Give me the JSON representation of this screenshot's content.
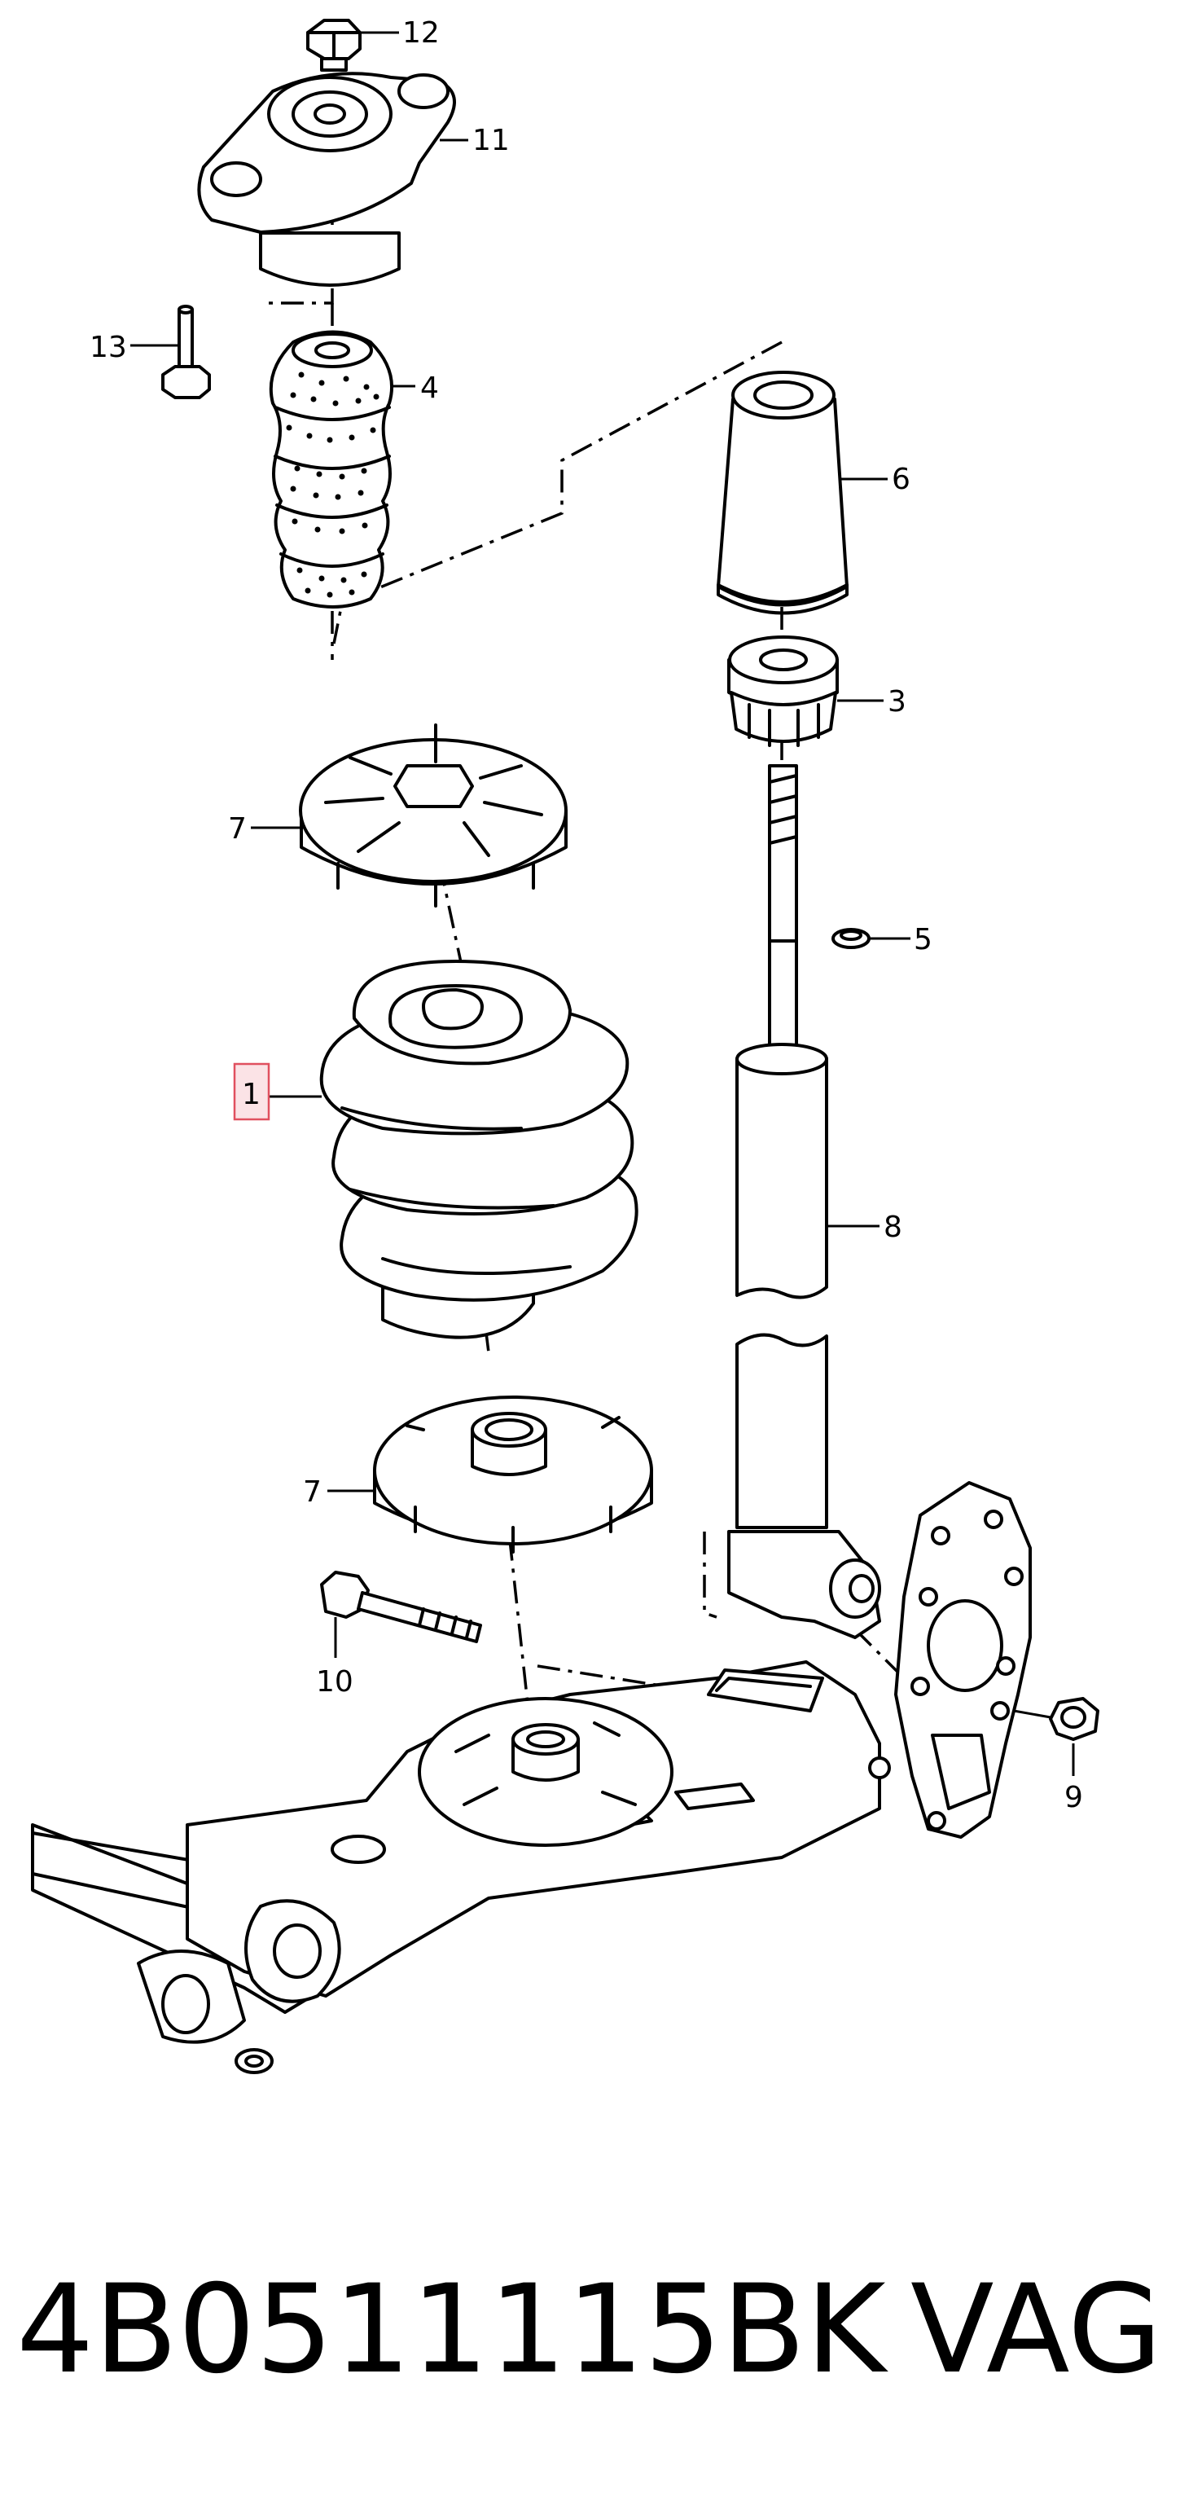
{
  "diagram": {
    "labels": {
      "l1": "1",
      "l3": "3",
      "l4": "4",
      "l5": "5",
      "l6": "6",
      "l7a": "7",
      "l7b": "7",
      "l8": "8",
      "l9": "9",
      "l10": "10",
      "l11": "11",
      "l12": "12",
      "l13": "13"
    },
    "highlighted_label": "1",
    "highlight_color": "#e0505f",
    "highlight_fill": "#fbe3e6"
  },
  "caption": {
    "part_number": "4B0511115BK",
    "brand": "VAG"
  }
}
